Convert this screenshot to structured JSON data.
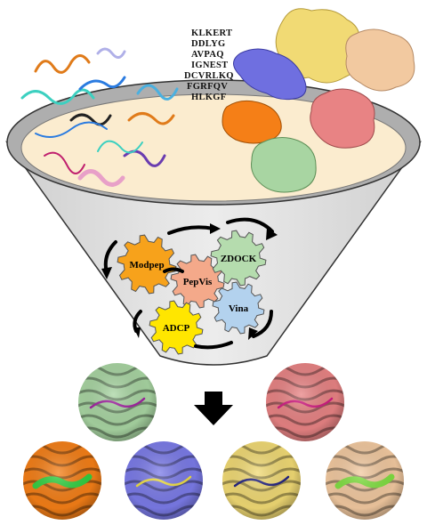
{
  "sequences": [
    "KLKERT",
    "DDLYG",
    "AVPAQ",
    "IGNEST",
    "DCVRLKQ",
    "FGRFQV",
    "HLKGF"
  ],
  "tools": [
    {
      "label": "Modpep",
      "color": "#f7a21b"
    },
    {
      "label": "PepVis",
      "color": "#f4a98a"
    },
    {
      "label": "ZDOCK",
      "color": "#b5dcae"
    },
    {
      "label": "Vina",
      "color": "#b3d2ee"
    },
    {
      "label": "ADCP",
      "color": "#ffe600"
    }
  ],
  "protein_colors": [
    "#f1da74",
    "#f2c9a0",
    "#6f6fe0",
    "#e88384",
    "#f57f17",
    "#a8d5a2"
  ],
  "result_colors": [
    "#a8d5a2",
    "#e88384",
    "#f57f17",
    "#7b7be8",
    "#f1da74",
    "#f2c9a0"
  ]
}
